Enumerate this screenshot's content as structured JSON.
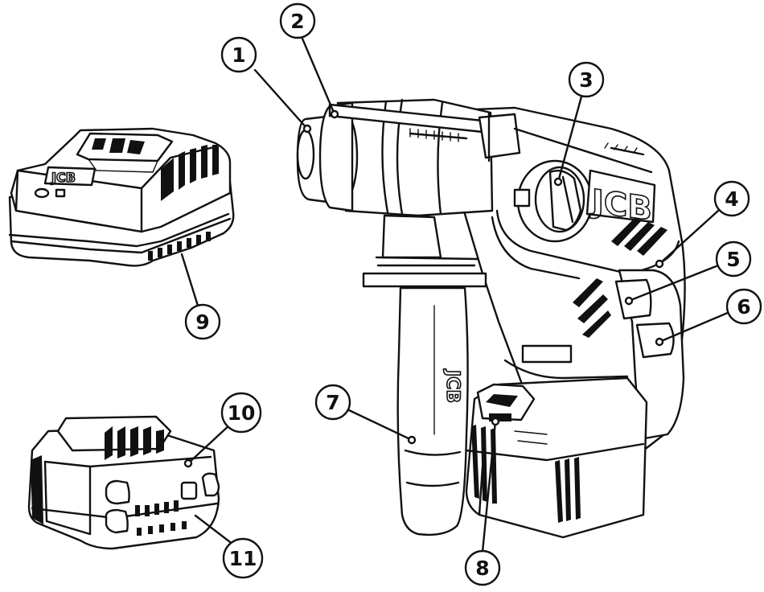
{
  "logos": {
    "charger": "JCB",
    "drill_body": "JCB",
    "drill_handle": "JCB"
  },
  "callouts": [
    {
      "id": "1",
      "label": "1"
    },
    {
      "id": "2",
      "label": "2"
    },
    {
      "id": "3",
      "label": "3"
    },
    {
      "id": "4",
      "label": "4"
    },
    {
      "id": "5",
      "label": "5"
    },
    {
      "id": "6",
      "label": "6"
    },
    {
      "id": "7",
      "label": "7"
    },
    {
      "id": "8",
      "label": "8"
    },
    {
      "id": "9",
      "label": "9"
    },
    {
      "id": "10",
      "label": "10"
    },
    {
      "id": "11",
      "label": "11"
    }
  ],
  "colors": {
    "line": "#111111",
    "background": "#ffffff"
  }
}
